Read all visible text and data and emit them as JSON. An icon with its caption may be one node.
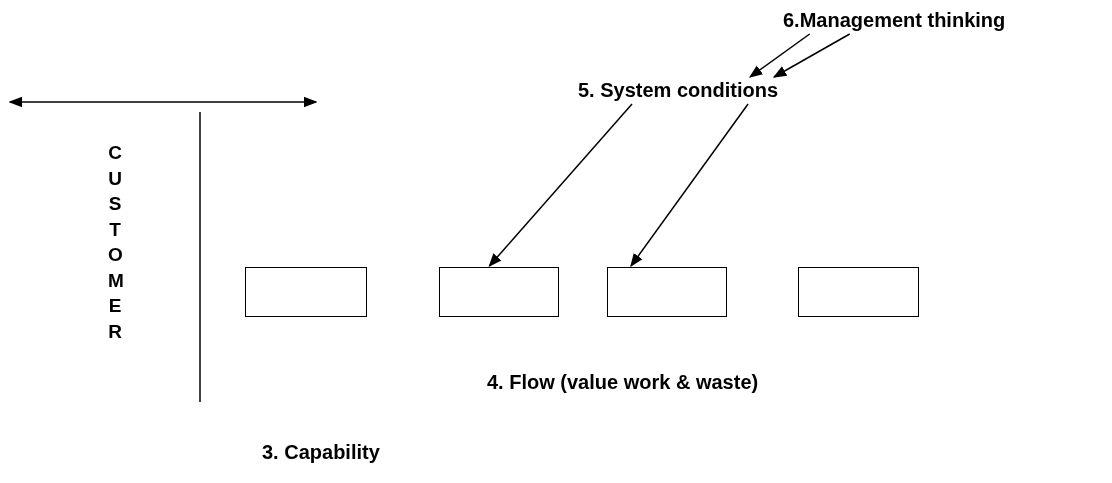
{
  "diagram": {
    "nodes": [
      {
        "text": [
          "6.Management thinking"
        ]
      },
      {
        "text": [
          "5. System conditions"
        ]
      },
      {
        "text": [],
        "shape": "box"
      },
      {
        "text": [],
        "shape": "box"
      },
      {
        "text": [],
        "shape": "box"
      },
      {
        "text": [],
        "shape": "box"
      },
      {
        "text": [
          "CUSTOMER"
        ]
      }
    ],
    "edges": [
      {
        "from": 0,
        "to": 1,
        "arrow": "to"
      },
      {
        "from": 0,
        "to": 1,
        "arrow": "to"
      },
      {
        "from": 1,
        "to": 3,
        "arrow": "to"
      },
      {
        "from": 1,
        "to": 4,
        "arrow": "to"
      }
    ],
    "labels": [
      "4. Flow (value work & waste)",
      "3. Capability"
    ]
  }
}
